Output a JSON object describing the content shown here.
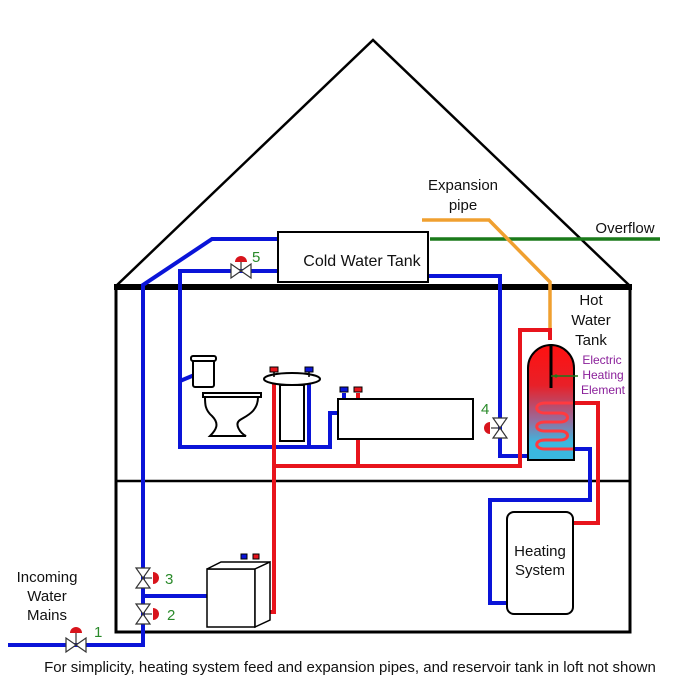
{
  "title": "House water system diagram",
  "labels": {
    "cold_water_tank": "Cold Water Tank",
    "expansion_pipe_line1": "Expansion",
    "expansion_pipe_line2": "pipe",
    "overflow": "Overflow",
    "hot_water_tank_line1": "Hot",
    "hot_water_tank_line2": "Water",
    "hot_water_tank_line3": "Tank",
    "electric_heating_line1": "Electric",
    "electric_heating_line2": "Heating",
    "electric_heating_line3": "Element",
    "heating_system_line1": "Heating",
    "heating_system_line2": "System",
    "incoming_line1": "Incoming",
    "incoming_line2": "Water",
    "incoming_line3": "Mains",
    "caption": "For simplicity, heating system feed and expansion pipes, and reservoir tank in loft not shown"
  },
  "valves": [
    {
      "id": "1",
      "label": "1"
    },
    {
      "id": "2",
      "label": "2"
    },
    {
      "id": "3",
      "label": "3"
    },
    {
      "id": "4",
      "label": "4"
    },
    {
      "id": "5",
      "label": "5"
    }
  ],
  "colors": {
    "cold_pipe": "#0a14d8",
    "hot_pipe": "#e8141c",
    "expansion_pipe": "#f0a030",
    "overflow_pipe": "#1a7a1a",
    "valve_handle": "#d8141c",
    "valve_number": "#2a8a2a",
    "element_label": "#8a1f9a",
    "tank_top": "#ff1a1a",
    "tank_bottom": "#3ab8e0"
  }
}
